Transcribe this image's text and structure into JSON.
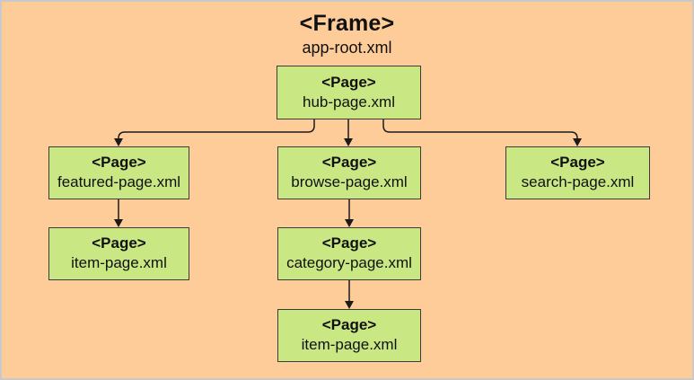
{
  "diagram": {
    "title": "<Frame>",
    "subtitle": "app-root.xml",
    "colors": {
      "background": "#FECC99",
      "node_fill": "#C9E783",
      "node_border": "#3C3C3C",
      "arrow": "#1A1A1A",
      "frame_border": "#C9C9C9"
    },
    "nodes": {
      "hub": {
        "tag": "<Page>",
        "file": "hub-page.xml"
      },
      "featured": {
        "tag": "<Page>",
        "file": "featured-page.xml"
      },
      "browse": {
        "tag": "<Page>",
        "file": "browse-page.xml"
      },
      "search": {
        "tag": "<Page>",
        "file": "search-page.xml"
      },
      "item_left": {
        "tag": "<Page>",
        "file": "item-page.xml"
      },
      "category": {
        "tag": "<Page>",
        "file": "category-page.xml"
      },
      "item_bottom": {
        "tag": "<Page>",
        "file": "item-page.xml"
      }
    },
    "edges": [
      {
        "from": "hub-page.xml",
        "to": "featured-page.xml"
      },
      {
        "from": "hub-page.xml",
        "to": "browse-page.xml"
      },
      {
        "from": "hub-page.xml",
        "to": "search-page.xml"
      },
      {
        "from": "featured-page.xml",
        "to": "item-page.xml"
      },
      {
        "from": "browse-page.xml",
        "to": "category-page.xml"
      },
      {
        "from": "category-page.xml",
        "to": "item-page.xml"
      }
    ]
  }
}
